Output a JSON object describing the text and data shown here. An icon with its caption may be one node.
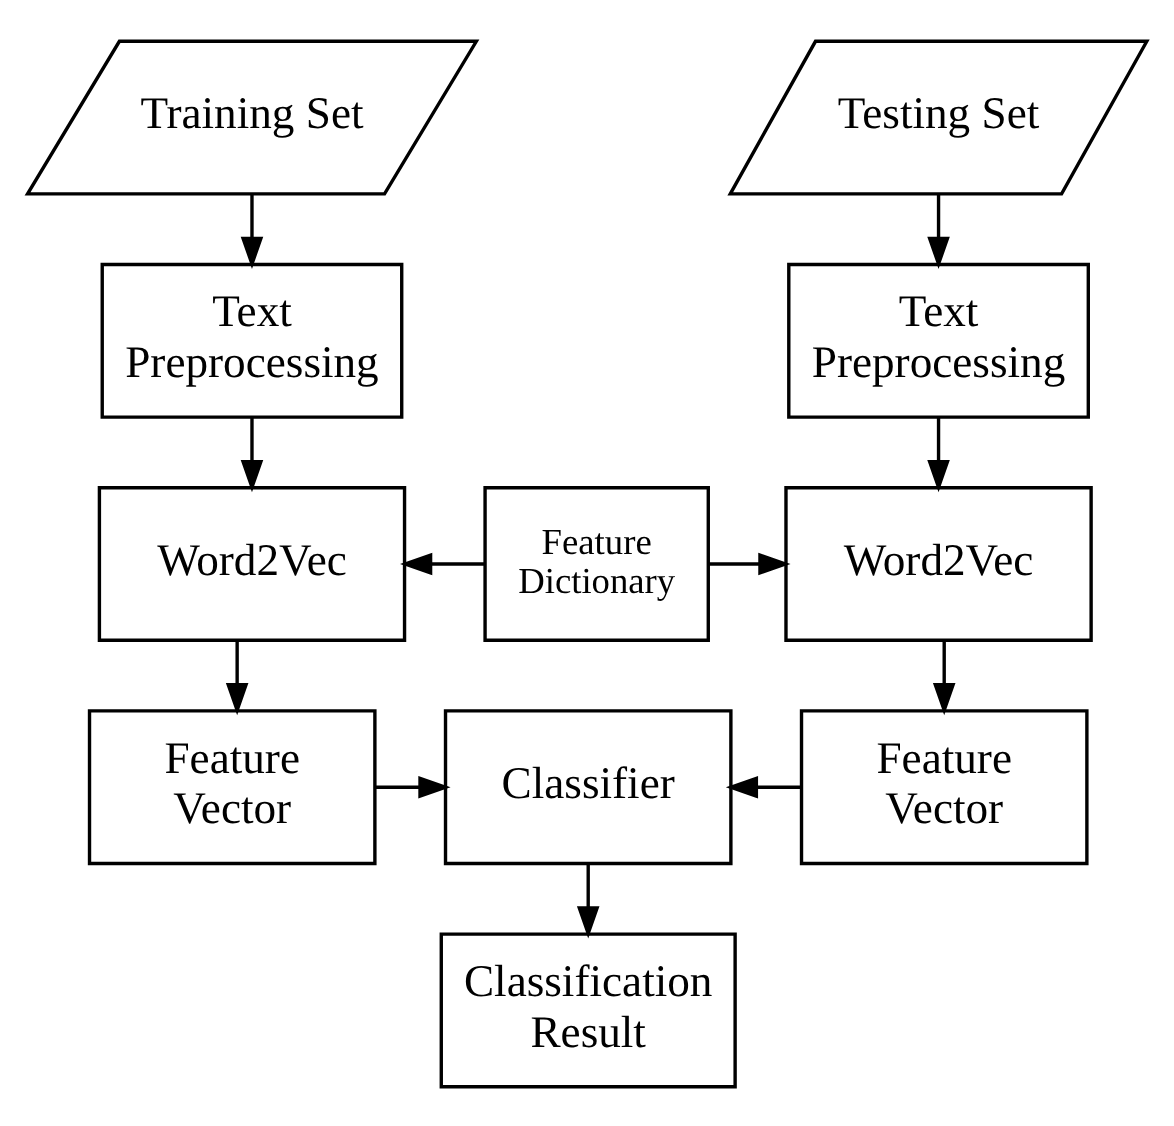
{
  "diagram": {
    "nodes": [
      {
        "text": [
          "Training Set"
        ]
      },
      {
        "text": [
          "Testing Set"
        ]
      },
      {
        "text": [
          "Text Preprocessing"
        ]
      },
      {
        "text": [
          "Text Preprocessing"
        ]
      },
      {
        "text": [
          "Word2Vec"
        ]
      },
      {
        "text": [
          "Feature Dictionary"
        ]
      },
      {
        "text": [
          "Word2Vec"
        ]
      },
      {
        "text": [
          "Feature Vector"
        ]
      },
      {
        "text": [
          "Classifier"
        ]
      },
      {
        "text": [
          "Feature Vector"
        ]
      },
      {
        "text": [
          "Classification Result"
        ]
      }
    ],
    "edges": [
      {
        "from": 0,
        "to": 2,
        "arrow": "to"
      },
      {
        "from": 1,
        "to": 3,
        "arrow": "to"
      },
      {
        "from": 2,
        "to": 4,
        "arrow": "to"
      },
      {
        "from": 3,
        "to": 6,
        "arrow": "to"
      },
      {
        "from": 5,
        "to": 4,
        "arrow": "to"
      },
      {
        "from": 5,
        "to": 6,
        "arrow": "to"
      },
      {
        "from": 4,
        "to": 7,
        "arrow": "to"
      },
      {
        "from": 6,
        "to": 9,
        "arrow": "to"
      },
      {
        "from": 7,
        "to": 8,
        "arrow": "to"
      },
      {
        "from": 9,
        "to": 8,
        "arrow": "to"
      },
      {
        "from": 8,
        "to": 10,
        "arrow": "to"
      }
    ]
  }
}
